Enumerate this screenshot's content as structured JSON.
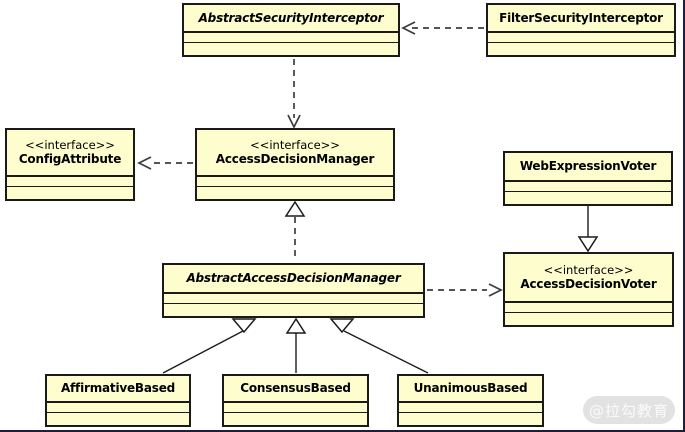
{
  "classes": [
    {
      "name": "AbstractSecurityInterceptor",
      "stereotype": "",
      "abstract": true
    },
    {
      "name": "FilterSecurityInterceptor",
      "stereotype": "",
      "abstract": false
    },
    {
      "name": "ConfigAttribute",
      "stereotype": "<<interface>>",
      "abstract": false
    },
    {
      "name": "AccessDecisionManager",
      "stereotype": "<<interface>>",
      "abstract": false
    },
    {
      "name": "WebExpressionVoter",
      "stereotype": "",
      "abstract": false
    },
    {
      "name": "AbstractAccessDecisionManager",
      "stereotype": "",
      "abstract": true
    },
    {
      "name": "AccessDecisionVoter",
      "stereotype": "<<interface>>",
      "abstract": false
    },
    {
      "name": "AffirmativeBased",
      "stereotype": "",
      "abstract": false
    },
    {
      "name": "ConsensusBased",
      "stereotype": "",
      "abstract": false
    },
    {
      "name": "UnanimousBased",
      "stereotype": "",
      "abstract": false
    }
  ],
  "relationships": [
    {
      "from": "FilterSecurityInterceptor",
      "to": "AbstractSecurityInterceptor",
      "type": "dependency",
      "style": "dashed-open-arrow"
    },
    {
      "from": "AbstractSecurityInterceptor",
      "to": "AccessDecisionManager",
      "type": "dependency",
      "style": "dashed-open-arrow"
    },
    {
      "from": "AccessDecisionManager",
      "to": "ConfigAttribute",
      "type": "dependency",
      "style": "dashed-open-arrow"
    },
    {
      "from": "AbstractAccessDecisionManager",
      "to": "AccessDecisionManager",
      "type": "realization",
      "style": "dashed-hollow-triangle"
    },
    {
      "from": "AbstractAccessDecisionManager",
      "to": "AccessDecisionVoter",
      "type": "dependency",
      "style": "dashed-open-arrow"
    },
    {
      "from": "WebExpressionVoter",
      "to": "AccessDecisionVoter",
      "type": "generalization",
      "style": "solid-hollow-triangle"
    },
    {
      "from": "AffirmativeBased",
      "to": "AbstractAccessDecisionManager",
      "type": "generalization",
      "style": "solid-hollow-triangle"
    },
    {
      "from": "ConsensusBased",
      "to": "AbstractAccessDecisionManager",
      "type": "generalization",
      "style": "solid-hollow-triangle"
    },
    {
      "from": "UnanimousBased",
      "to": "AbstractAccessDecisionManager",
      "type": "generalization",
      "style": "solid-hollow-triangle"
    }
  ],
  "colors": {
    "class_fill": "#fdfdce",
    "class_border": "#1a1a1a",
    "connector": "#3d3d3d",
    "frame_edge": "#1e1e3c",
    "watermark_bg": "#e2e2e2",
    "watermark_text": "#fafafa"
  },
  "watermark": {
    "text": "@拉勾教育"
  }
}
